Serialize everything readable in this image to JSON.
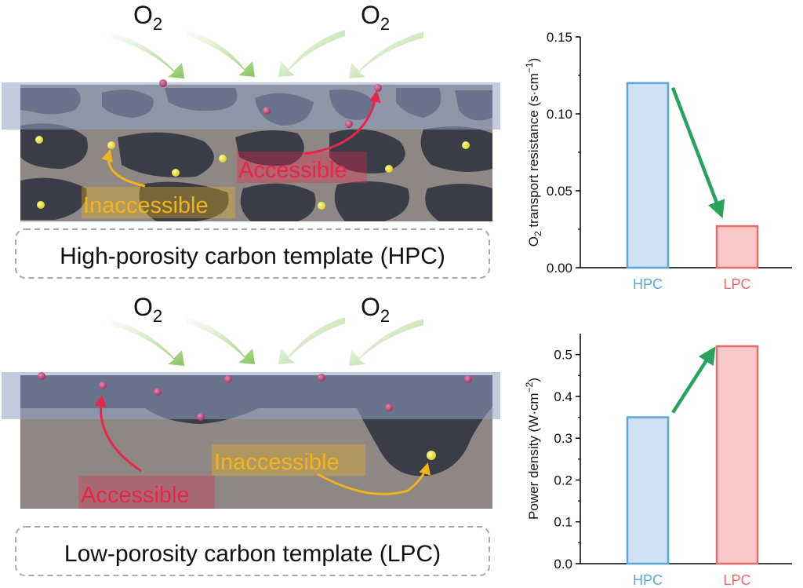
{
  "top_panel": {
    "o2_left": "O",
    "o2_left_sub": "2",
    "o2_right": "O",
    "o2_right_sub": "2",
    "label_accessible": "Accessible",
    "label_inaccessible": "Inaccessible",
    "caption": "High-porosity carbon template (HPC)"
  },
  "bottom_panel": {
    "o2_left": "O",
    "o2_left_sub": "2",
    "o2_right": "O",
    "o2_right_sub": "2",
    "label_accessible": "Accessible",
    "label_inaccessible": "Inaccessible",
    "caption": "Low-porosity carbon template (LPC)"
  },
  "colors": {
    "ionomer": "#8fa3c4",
    "carbon_dark": "#3a3d48",
    "carbon_light": "#8f8784",
    "pt_accessible": "#b8467a",
    "pt_inaccessible": "#e8e23a",
    "accessible_text": "#e8264a",
    "inaccessible_text": "#f0b41e",
    "hpc_bar_fill": "#cfe1f2",
    "hpc_bar_edge": "#5aa6d6",
    "lpc_bar_fill": "#f9c9c9",
    "lpc_bar_edge": "#e86a6a",
    "trend_arrow": "#27a35e",
    "o2_arrow": "#9ccf74"
  },
  "chart_data": [
    {
      "type": "bar",
      "categories": [
        "HPC",
        "LPC"
      ],
      "values": [
        0.12,
        0.027
      ],
      "ylabel": "O2 transport resistance (s·cm−1)",
      "ylabel_main": "O",
      "ylabel_sub": "2",
      "ylabel_rest": " transport resistance (s·cm",
      "ylabel_sup": "−1",
      "ylabel_end": ")",
      "ylim": [
        0,
        0.15
      ],
      "yticks": [
        "0.00",
        "0.05",
        "0.10",
        "0.15"
      ],
      "trend": "decrease"
    },
    {
      "type": "bar",
      "categories": [
        "HPC",
        "LPC"
      ],
      "values": [
        0.35,
        0.52
      ],
      "ylabel": "Power density (W·cm−2)",
      "ylabel_main": "Power density (W·cm",
      "ylabel_sup": "−2",
      "ylabel_end": ")",
      "ylim": [
        0,
        0.55
      ],
      "yticks": [
        "0.0",
        "0.1",
        "0.2",
        "0.3",
        "0.4",
        "0.5"
      ],
      "trend": "increase"
    }
  ]
}
